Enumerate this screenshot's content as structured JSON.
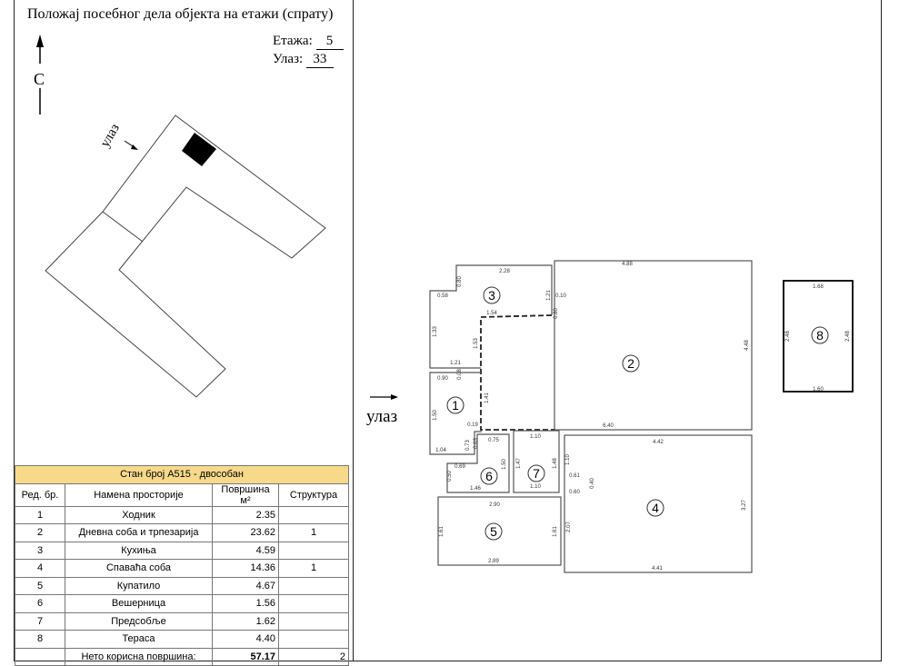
{
  "header": {
    "title": "Положај посебног дела објекта на етажи (спрату)",
    "floor_label": "Етажа:",
    "floor_value": "5",
    "entrance_label": "Улаз:",
    "entrance_value": "33"
  },
  "key_plan": {
    "north_label": "С",
    "entrance_label": "улаз"
  },
  "plan": {
    "entrance_label": "улаз",
    "rooms": [
      "1",
      "2",
      "3",
      "4",
      "5",
      "6",
      "7",
      "8"
    ],
    "dims": [
      "2.28",
      "0.80",
      "0.58",
      "1.33",
      "1.21",
      "1.54",
      "0.10",
      "0.80",
      "1.53",
      "1.21",
      "0.90",
      "0.08",
      "1.41",
      "1.50",
      "0.19",
      "1.04",
      "0.73",
      "0.63",
      "0.75",
      "0.69",
      "0.50",
      "1.46",
      "1.50",
      "1.10",
      "1.47",
      "1.48",
      "1.10",
      "4.88",
      "4.48",
      "6.40",
      "4.42",
      "1.10",
      "0.61",
      "0.60",
      "0.40",
      "2.07",
      "3.27",
      "4.41",
      "2.90",
      "1.61",
      "1.61",
      "2.89",
      "1.68",
      "2.48",
      "2.48",
      "1.60"
    ]
  },
  "table": {
    "caption": "Стан број А515 - двособан",
    "headers": [
      "Ред. бр.",
      "Намена просторије",
      "Површина м²",
      "Структура"
    ],
    "rows": [
      [
        "1",
        "Ходник",
        "2.35",
        ""
      ],
      [
        "2",
        "Дневна соба и трпезарија",
        "23.62",
        "1"
      ],
      [
        "3",
        "Кухиња",
        "4.59",
        ""
      ],
      [
        "4",
        "Спаваћа соба",
        "14.36",
        "1"
      ],
      [
        "5",
        "Купатило",
        "4.67",
        ""
      ],
      [
        "6",
        "Вешерница",
        "1.56",
        ""
      ],
      [
        "7",
        "Предсобље",
        "1.62",
        ""
      ],
      [
        "8",
        "Тераса",
        "4.40",
        ""
      ]
    ],
    "total_label": "Нето корисна површина:",
    "total_area": "57.17",
    "total_structure": "2"
  }
}
